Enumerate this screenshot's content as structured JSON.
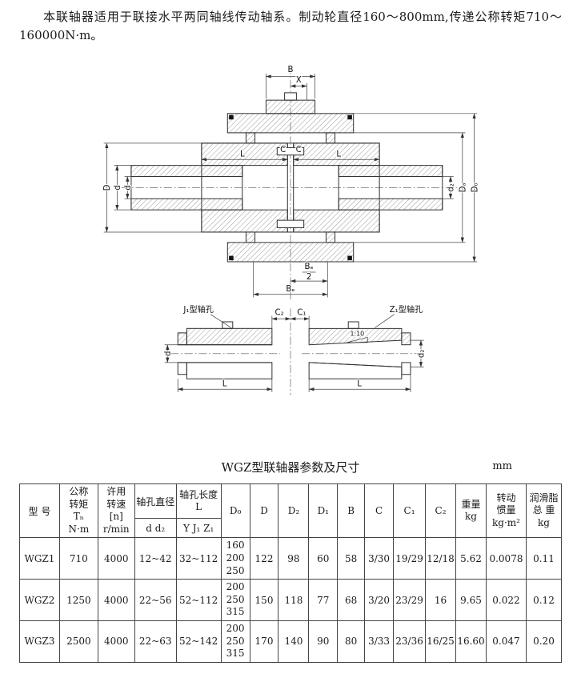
{
  "intro": {
    "text": "本联轴器适用于联接水平两同轴线传动轴系。制动轮直径160～800mm,传递公称转矩710～160000N·m。"
  },
  "drawing": {
    "dims": {
      "B": "B",
      "X": "X",
      "D": "D",
      "d_hub": "d",
      "d_bore": "d",
      "L_left": "L",
      "C_left": "C",
      "C_right": "C",
      "L_right": "L",
      "d2": "d₂",
      "Da": "Dₐ",
      "D0": "D₀",
      "Be_num": "Bₑ",
      "Be_den": "2",
      "Be": "Bₑ",
      "C2": "C₂",
      "C1": "C₁",
      "j1_label": "J₁型轴孔",
      "z1_label": "Z₁型轴孔",
      "d_detail": "d",
      "d2_detail": "d₂",
      "L_detail_left": "L",
      "L_detail_right": "L",
      "taper": "1:10"
    }
  },
  "table": {
    "title": "WGZ型联轴器参数及尺寸",
    "unit": "mm",
    "headers": {
      "model": "型  号",
      "torque": "公称\n转矩\nTₙ\nN·m",
      "speed": "许用\n转速\n[n]\nr/min",
      "bore_dia": "轴孔直径",
      "bore_dia_sub": "d d₂",
      "bore_len": "轴孔长度\nL",
      "bore_len_sub": "Y J₁ Z₁",
      "D0": "D₀",
      "D": "D",
      "D2": "D₂",
      "D1": "D₁",
      "B": "B",
      "C": "C",
      "C1": "C₁",
      "C2": "C₂",
      "weight": "重量\nkg",
      "inertia": "转动\n惯量\nkg·m²",
      "grease": "润滑脂\n总  重\nkg"
    },
    "rows": [
      {
        "model": "WGZ1",
        "torque": "710",
        "speed": "4000",
        "bore_dia": "12~42",
        "bore_len": "32~112",
        "D0": "160\n200\n250",
        "D": "122",
        "D2": "98",
        "D1": "60",
        "B": "58",
        "C": "3/30",
        "C1": "19/29",
        "C2": "12/18",
        "weight": "5.62",
        "inertia": "0.0078",
        "grease": "0.11"
      },
      {
        "model": "WGZ2",
        "torque": "1250",
        "speed": "4000",
        "bore_dia": "22~56",
        "bore_len": "52~112",
        "D0": "200\n250\n315",
        "D": "150",
        "D2": "118",
        "D1": "77",
        "B": "68",
        "C": "3/20",
        "C1": "23/29",
        "C2": "16",
        "weight": "9.65",
        "inertia": "0.022",
        "grease": "0.12"
      },
      {
        "model": "WGZ3",
        "torque": "2500",
        "speed": "4000",
        "bore_dia": "22~63",
        "bore_len": "52~142",
        "D0": "200\n250\n315",
        "D": "170",
        "D2": "140",
        "D1": "90",
        "B": "80",
        "C": "3/33",
        "C1": "23/36",
        "C2": "16/25",
        "weight": "16.60",
        "inertia": "0.047",
        "grease": "0.20"
      }
    ]
  }
}
